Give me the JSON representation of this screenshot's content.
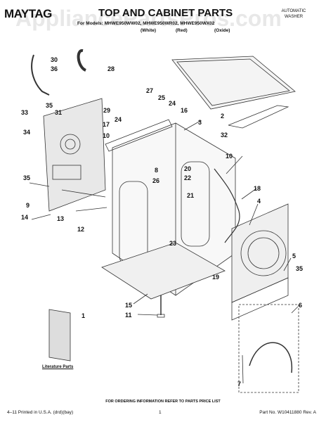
{
  "header": {
    "brand": "MAYTAG",
    "title": "TOP AND CABINET PARTS",
    "models_line": "For Models: MHWE950WW02, MHWE950WR02, MHWE950WX02",
    "color_white": "(White)",
    "color_red": "(Red)",
    "color_oxide": "(Oxide)",
    "subtitle": "AUTOMATIC WASHER"
  },
  "watermark": "AppliancePartsPros.com",
  "diagram": {
    "part_labels": [
      "30",
      "36",
      "35",
      "31",
      "33",
      "34",
      "35",
      "9",
      "14",
      "13",
      "12",
      "28",
      "27",
      "25",
      "29",
      "24",
      "24",
      "16",
      "17",
      "10",
      "26",
      "8",
      "3",
      "20",
      "22",
      "21",
      "2",
      "32",
      "1",
      "10",
      "18",
      "4",
      "23",
      "19",
      "5",
      "35",
      "15",
      "11",
      "6",
      "7"
    ],
    "literature_label": "Literature Parts"
  },
  "footer": {
    "order_note": "FOR ORDERING INFORMATION REFER TO PARTS PRICE LIST",
    "printed": "4–11 Printed in U.S.A. (drd)(bay)",
    "page_number": "1",
    "part_no": "Part No. W10411880 Rev. A"
  }
}
